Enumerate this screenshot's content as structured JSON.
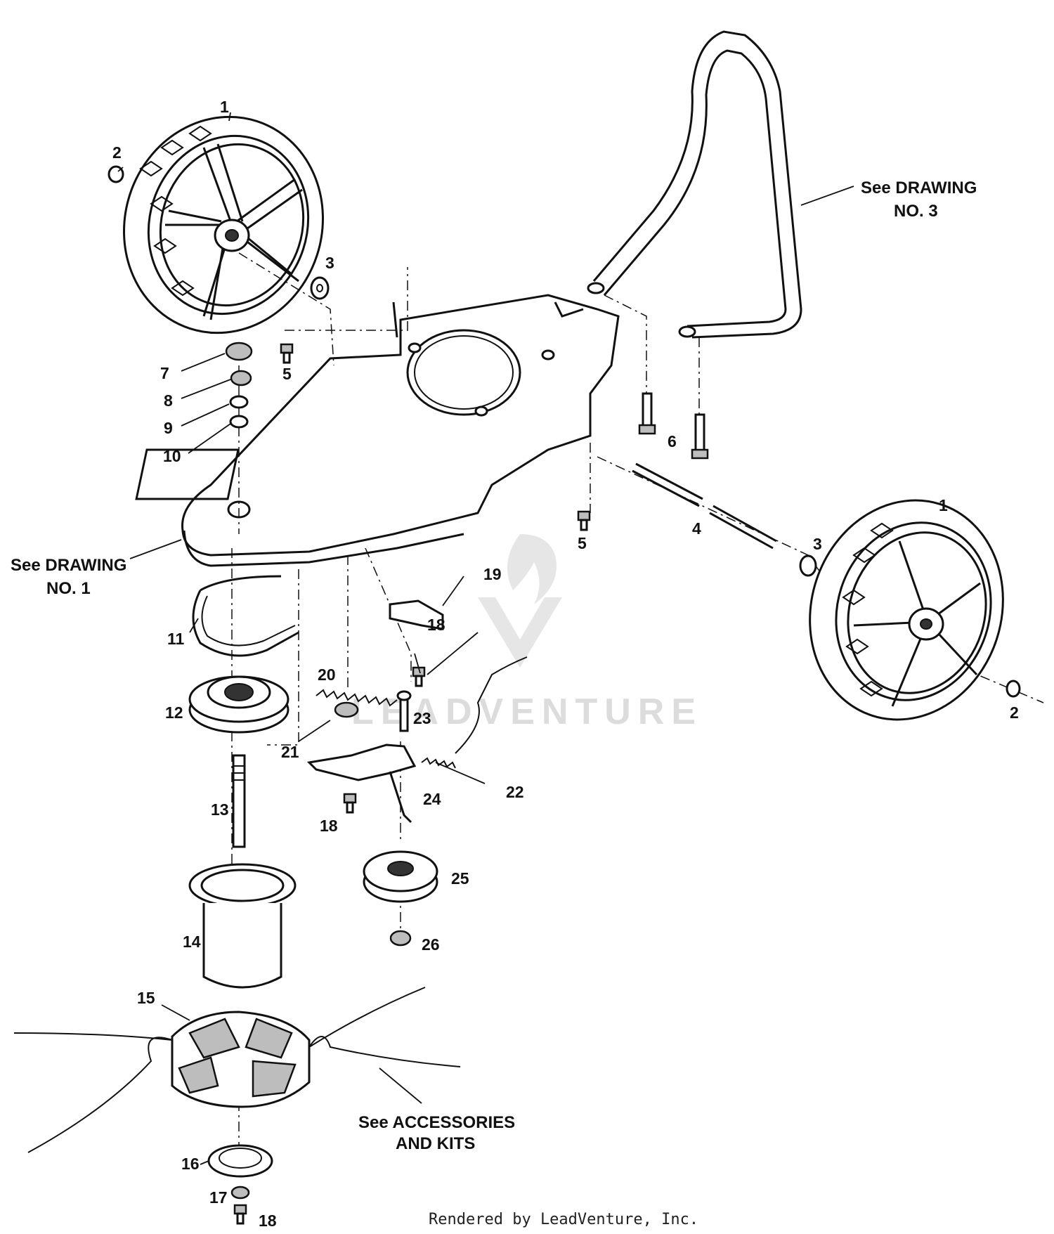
{
  "parts": [
    {
      "id": "wheel-left-label",
      "text": "1"
    },
    {
      "id": "wheel-right-label",
      "text": "1"
    },
    {
      "id": "clip-left-label",
      "text": "2"
    },
    {
      "id": "clip-right-label",
      "text": "2"
    },
    {
      "id": "washer-left-label",
      "text": "3"
    },
    {
      "id": "washer-right-label",
      "text": "3"
    },
    {
      "id": "axle-label",
      "text": "4"
    },
    {
      "id": "bolt-5a-label",
      "text": "5"
    },
    {
      "id": "bolt-5b-label",
      "text": "5"
    },
    {
      "id": "bolt-6-label",
      "text": "6"
    },
    {
      "id": "cap-7-label",
      "text": "7"
    },
    {
      "id": "nut-8-label",
      "text": "8"
    },
    {
      "id": "washer-9-label",
      "text": "9"
    },
    {
      "id": "washer-10-label",
      "text": "10"
    },
    {
      "id": "belt-11-label",
      "text": "11"
    },
    {
      "id": "pulley-12-label",
      "text": "12"
    },
    {
      "id": "shaft-13-label",
      "text": "13"
    },
    {
      "id": "housing-14-label",
      "text": "14"
    },
    {
      "id": "head-15-label",
      "text": "15"
    },
    {
      "id": "cover-16-label",
      "text": "16"
    },
    {
      "id": "washer-17-label",
      "text": "17"
    },
    {
      "id": "bolt-18a-label",
      "text": "18"
    },
    {
      "id": "bolt-18b-label",
      "text": "18"
    },
    {
      "id": "bolt-18c-label",
      "text": "18"
    },
    {
      "id": "bracket-19-label",
      "text": "19"
    },
    {
      "id": "spring-20-label",
      "text": "20"
    },
    {
      "id": "washer-21-label",
      "text": "21"
    },
    {
      "id": "pin-23-label",
      "text": "23"
    },
    {
      "id": "spring-22-label",
      "text": "22"
    },
    {
      "id": "arm-24-label",
      "text": "24"
    },
    {
      "id": "idler-25-label",
      "text": "25"
    },
    {
      "id": "nut-26-label",
      "text": "26"
    }
  ],
  "notes": {
    "drawing3": [
      "See DRAWING",
      "NO. 3"
    ],
    "drawing1": [
      "See DRAWING",
      "NO. 1"
    ],
    "accessories": [
      "See ACCESSORIES",
      "AND KITS"
    ]
  },
  "watermark": "LEADVENTURE",
  "footer": "Rendered by LeadVenture, Inc."
}
